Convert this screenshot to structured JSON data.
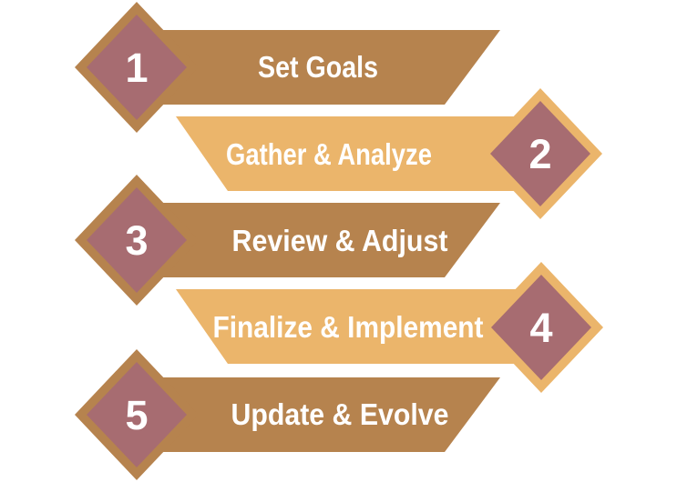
{
  "diagram": {
    "steps": [
      {
        "number": "1",
        "label": "Set Goals"
      },
      {
        "number": "2",
        "label": "Gather & Analyze"
      },
      {
        "number": "3",
        "label": "Review & Adjust"
      },
      {
        "number": "4",
        "label": "Finalize & Implement"
      },
      {
        "number": "5",
        "label": "Update & Evolve"
      }
    ],
    "colors": {
      "banner_dark": "#b6834e",
      "banner_light": "#ebb56b",
      "diamond_fill": "#a76c71",
      "text_color": "#ffffff",
      "background": "#ffffff"
    }
  }
}
